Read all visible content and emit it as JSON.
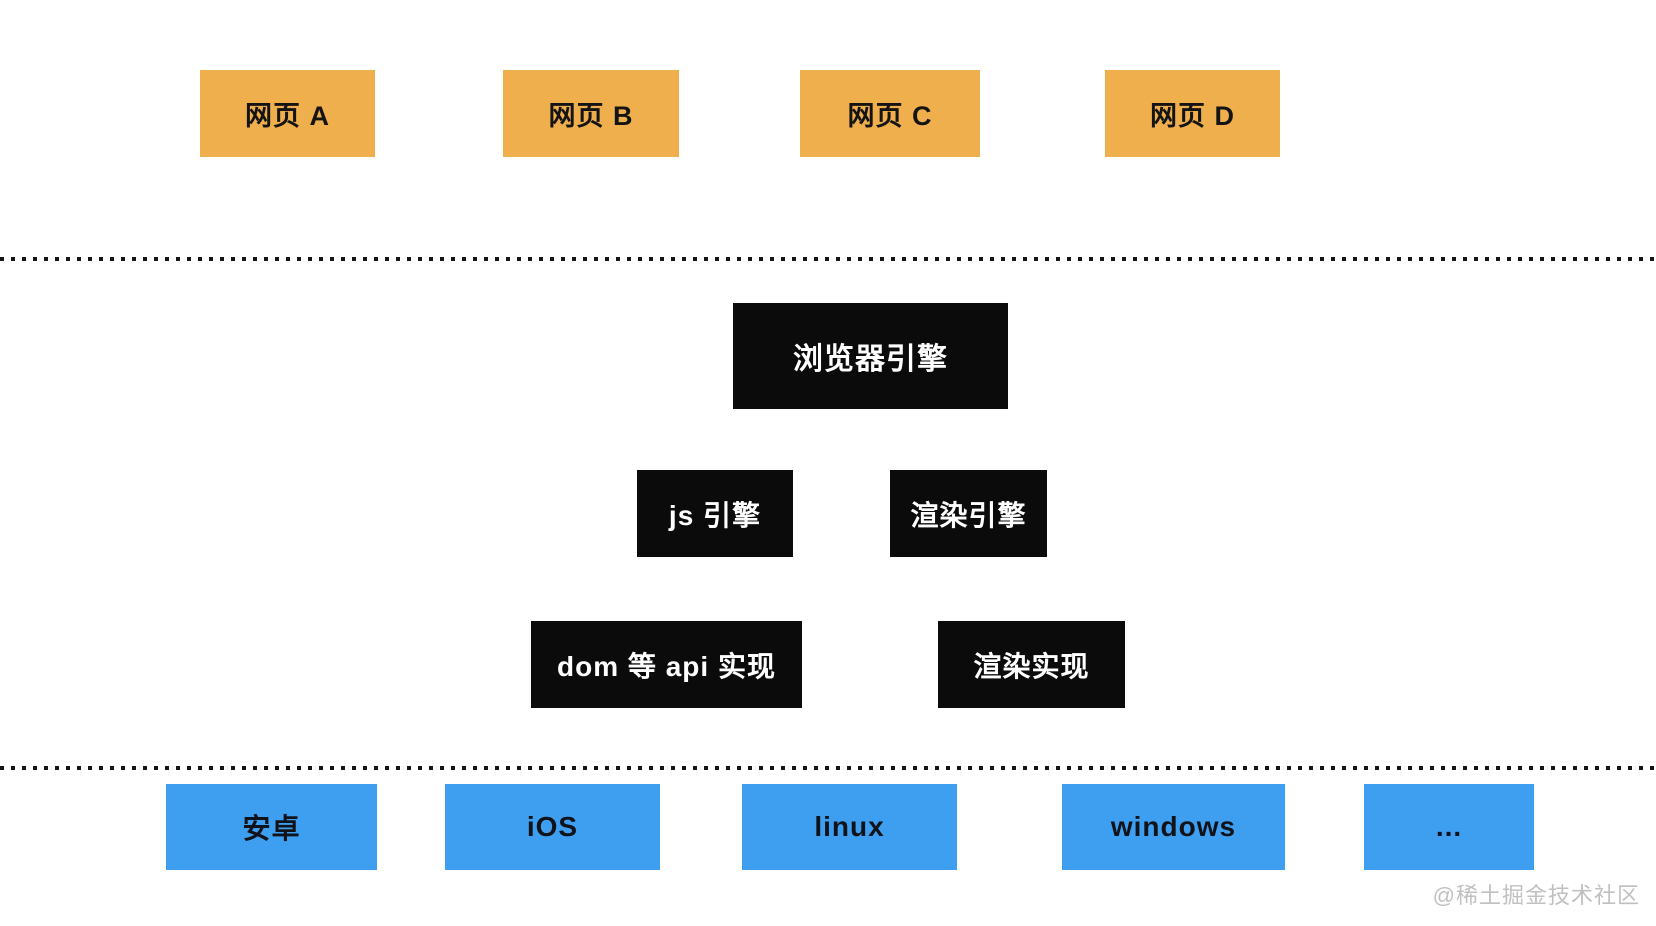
{
  "layers": {
    "webpages": [
      "网页 A",
      "网页 B",
      "网页 C",
      "网页 D"
    ],
    "browser_engine": "浏览器引擎",
    "engines": [
      "js 引擎",
      "渲染引擎"
    ],
    "implementations": [
      "dom 等 api 实现",
      "渲染实现"
    ],
    "platforms": [
      "安卓",
      "iOS",
      "linux",
      "windows",
      "..."
    ]
  },
  "watermark": "@稀土掘金技术社区",
  "colors": {
    "webpage_box": "#efaf4d",
    "engine_box": "#0b0b0b",
    "platform_box": "#3e9ef0",
    "separator_dots": "#151515",
    "watermark_text": "#c0c0c0",
    "background": "#ffffff"
  }
}
